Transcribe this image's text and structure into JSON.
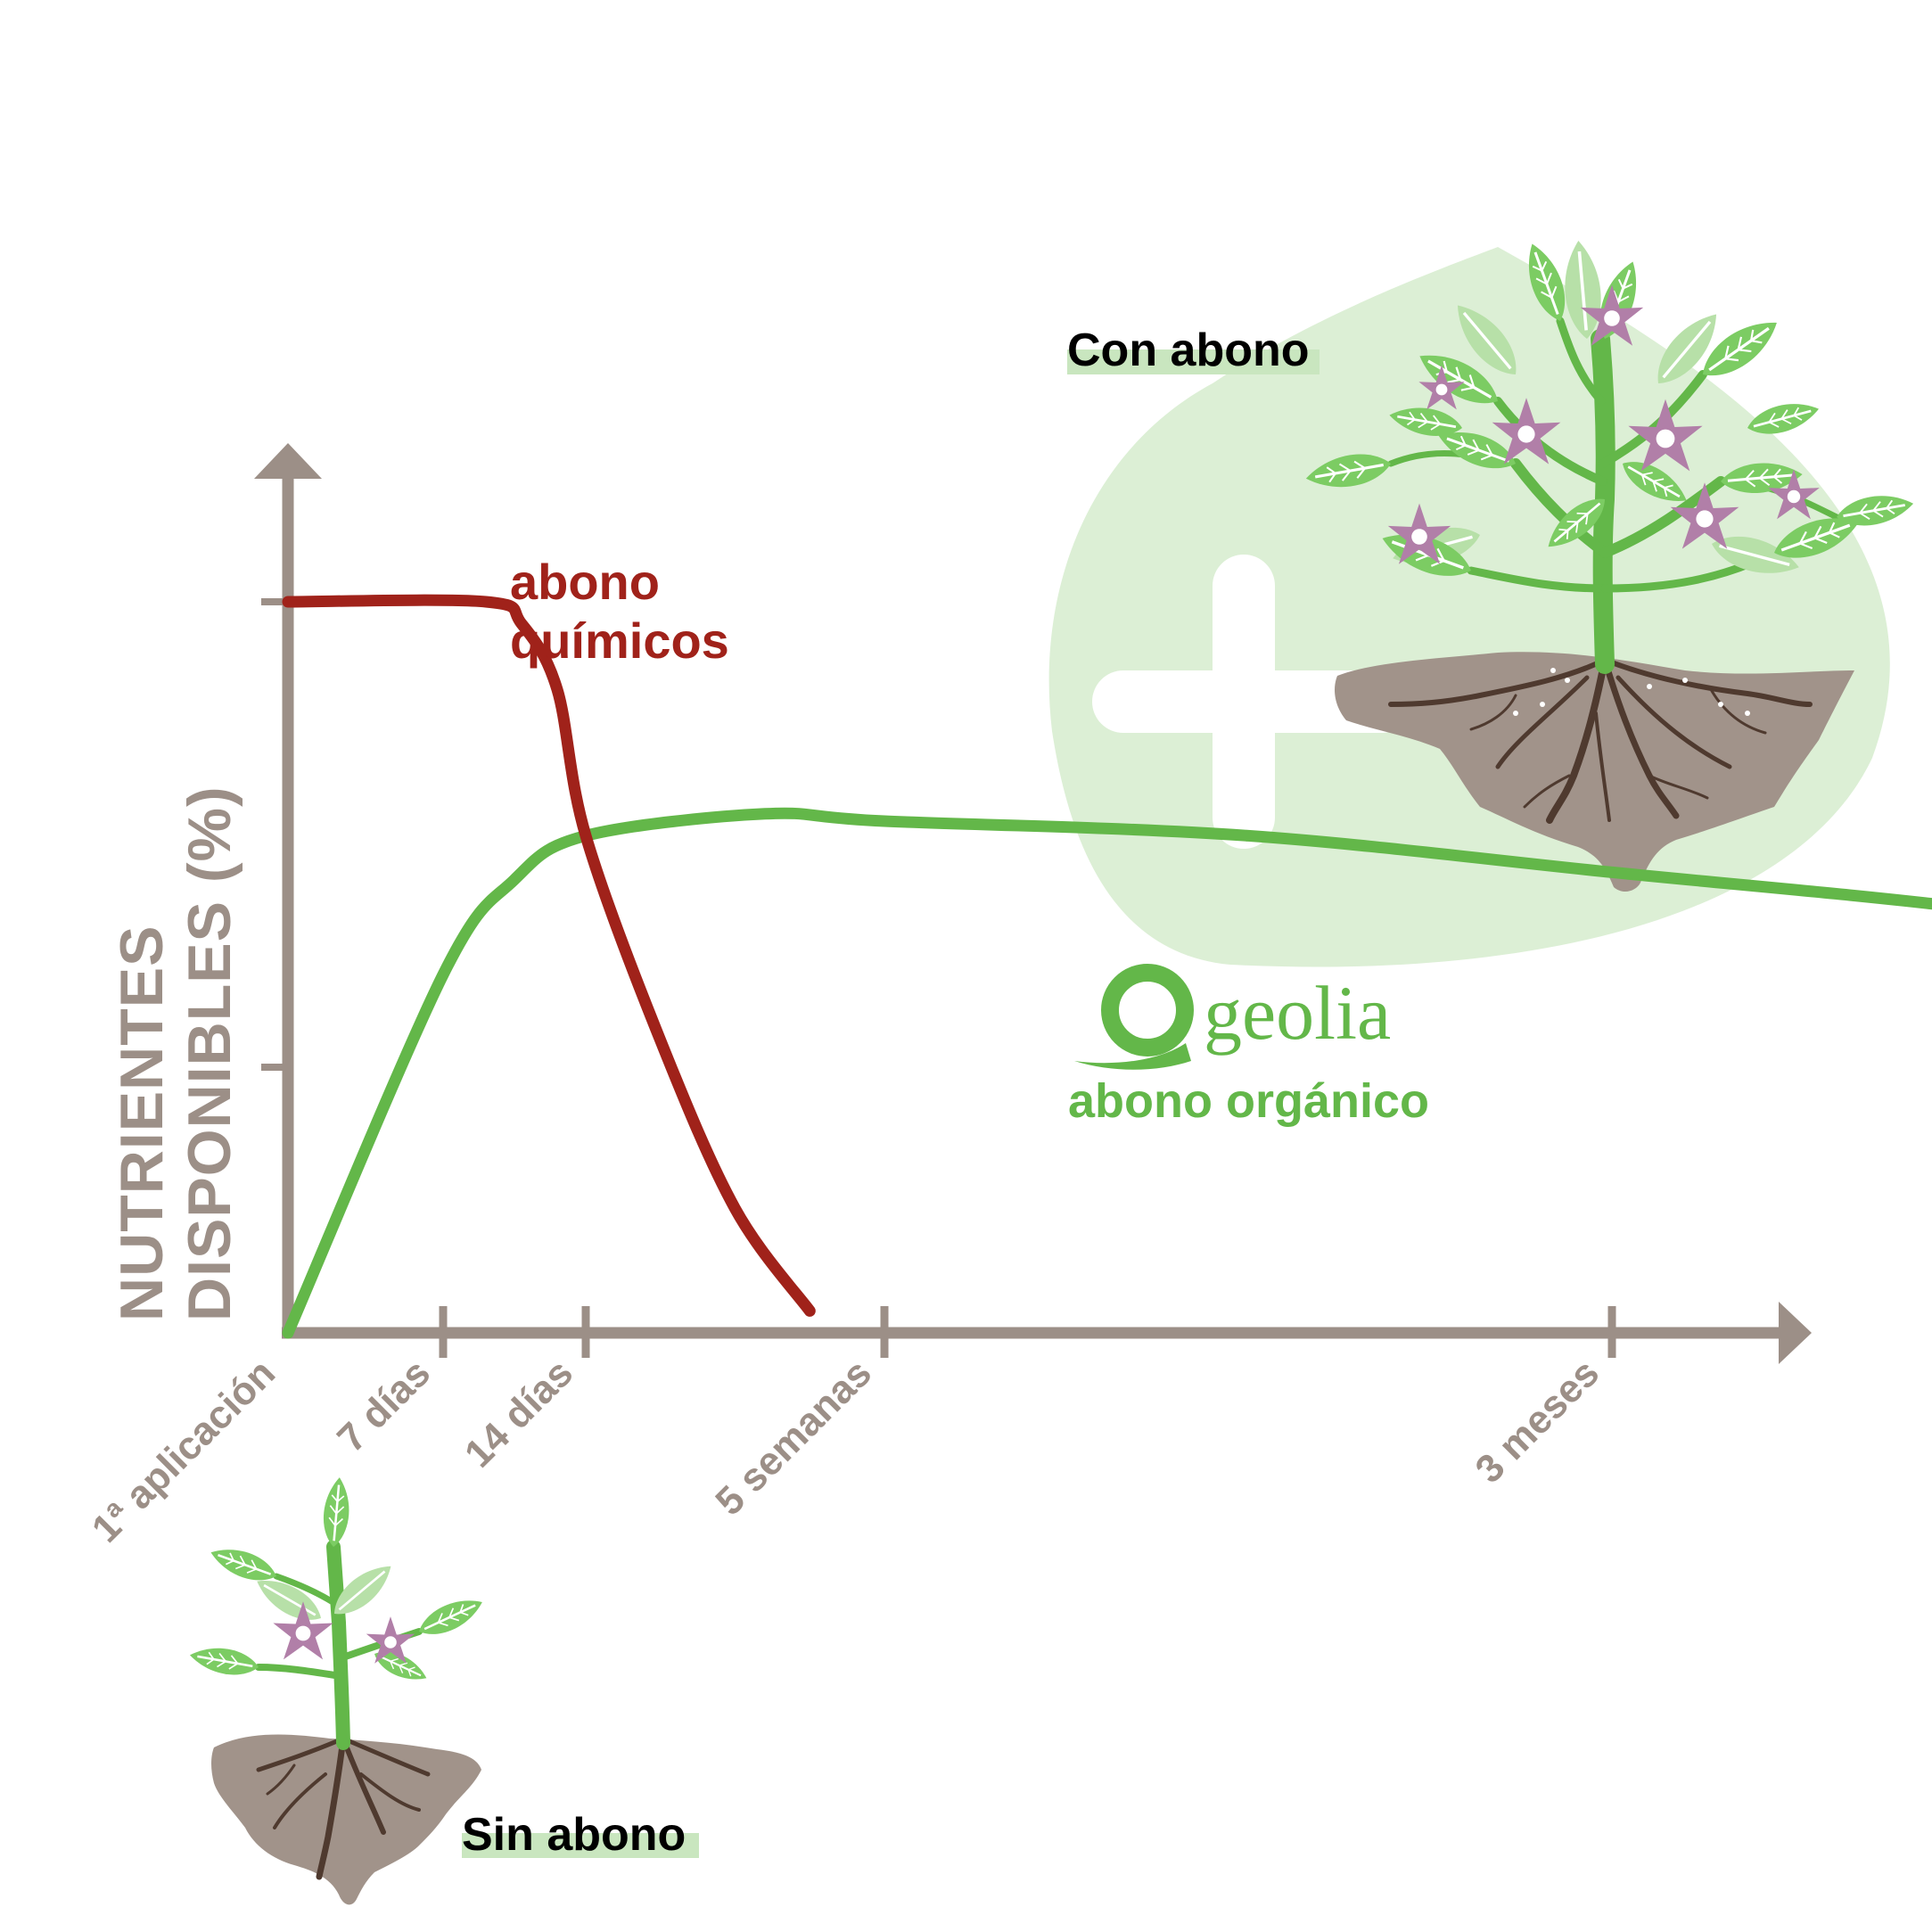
{
  "chart_data": {
    "type": "line",
    "ylabel_line1": "NUTRIENTES",
    "ylabel_line2": "DISPONIBLES (%)",
    "x_ticks": [
      "1ª aplicación",
      "7 días",
      "14 días",
      "5 semanas",
      "3 meses"
    ],
    "series": [
      {
        "name": "abono químicos",
        "name_line1": "abono",
        "name_line2": "químicos",
        "color": "#a0221a",
        "points": [
          [
            0,
            100
          ],
          [
            1.3,
            100
          ],
          [
            1.55,
            97
          ],
          [
            1.8,
            88
          ],
          [
            2.0,
            68
          ],
          [
            2.25,
            40
          ],
          [
            2.5,
            17
          ],
          [
            2.75,
            3
          ]
        ]
      },
      {
        "name": "abono orgánico",
        "color": "#63b749",
        "points": [
          [
            0,
            0
          ],
          [
            1.0,
            49
          ],
          [
            1.5,
            62
          ],
          [
            2.0,
            68
          ],
          [
            2.6,
            71
          ],
          [
            3.0,
            70
          ],
          [
            3.5,
            68
          ],
          [
            4.0,
            63
          ],
          [
            4.5,
            58
          ],
          [
            5.0,
            51
          ],
          [
            5.5,
            45
          ],
          [
            5.7,
            42
          ]
        ]
      }
    ]
  },
  "labels": {
    "con_abono": "Con abono",
    "sin_abono": "Sin abono",
    "brand": "geolia"
  },
  "colors": {
    "axis": "#9c8f87",
    "chemical": "#a0221a",
    "organic": "#63b749",
    "leaf_bg": "#dcefd5",
    "label_highlight": "#c9e6bf",
    "soil": "#a1938a",
    "root": "#4f3a2f",
    "flower": "#b17fa8"
  },
  "icons": {
    "plus": "plus-icon",
    "brand_mark": "geolia-logo-icon",
    "large_plant": "flowering-plant-icon",
    "small_plant": "small-plant-icon"
  }
}
